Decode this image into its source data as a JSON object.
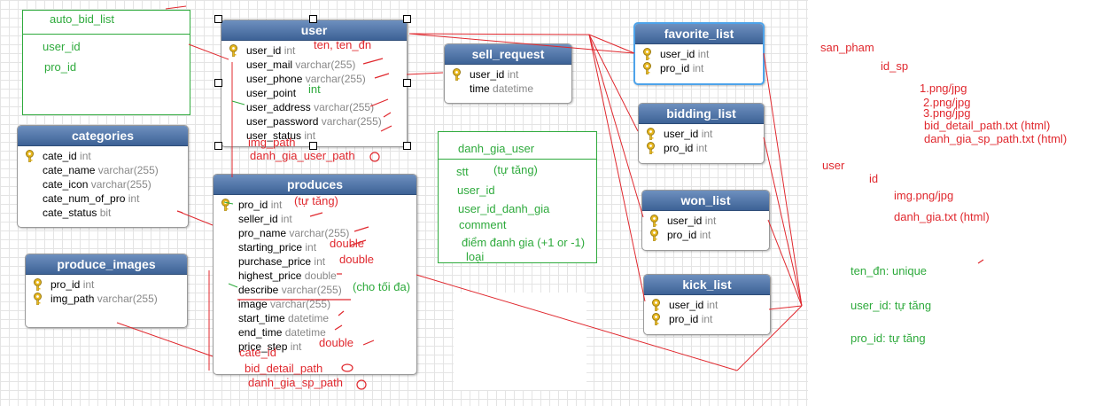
{
  "colors": {
    "annotation_red": "#e0282e",
    "annotation_green": "#2eaa3c",
    "table_header": "#4a6fa5",
    "selected_border": "#4da3ea"
  },
  "tables": {
    "user": {
      "title": "user",
      "rows": [
        {
          "name": "user_id",
          "type": "int",
          "key": true
        },
        {
          "name": "user_mail",
          "type": "varchar(255)",
          "key": false
        },
        {
          "name": "user_phone",
          "type": "varchar(255)",
          "key": false
        },
        {
          "name": "user_point",
          "type": "",
          "key": false
        },
        {
          "name": "user_address",
          "type": "varchar(255)",
          "key": false
        },
        {
          "name": "user_password",
          "type": "varchar(255)",
          "key": false
        },
        {
          "name": "user_status",
          "type": "int",
          "key": false
        }
      ]
    },
    "sell_request": {
      "title": "sell_request",
      "rows": [
        {
          "name": "user_id",
          "type": "int",
          "key": true
        },
        {
          "name": "time",
          "type": "datetime",
          "key": false
        }
      ]
    },
    "categories": {
      "title": "categories",
      "rows": [
        {
          "name": "cate_id",
          "type": "int",
          "key": true
        },
        {
          "name": "cate_name",
          "type": "varchar(255)",
          "key": false
        },
        {
          "name": "cate_icon",
          "type": "varchar(255)",
          "key": false
        },
        {
          "name": "cate_num_of_pro",
          "type": "int",
          "key": false
        },
        {
          "name": "cate_status",
          "type": "bit",
          "key": false
        }
      ]
    },
    "produce_images": {
      "title": "produce_images",
      "rows": [
        {
          "name": "pro_id",
          "type": "int",
          "key": true
        },
        {
          "name": "img_path",
          "type": "varchar(255)",
          "key": true
        }
      ]
    },
    "produces": {
      "title": "produces",
      "rows": [
        {
          "name": "pro_id",
          "type": "int",
          "key": true
        },
        {
          "name": "seller_id",
          "type": "int",
          "key": false
        },
        {
          "name": "pro_name",
          "type": "varchar(255)",
          "key": false
        },
        {
          "name": "starting_price",
          "type": "int",
          "key": false
        },
        {
          "name": "purchase_price",
          "type": "int",
          "key": false
        },
        {
          "name": "highest_price",
          "type": "double",
          "key": false
        },
        {
          "name": "describe",
          "type": "varchar(255)",
          "key": false
        },
        {
          "name": "image",
          "type": "varchar(255)",
          "key": false
        },
        {
          "name": "start_time",
          "type": "datetime",
          "key": false
        },
        {
          "name": "end_time",
          "type": "datetime",
          "key": false
        },
        {
          "name": "price_step",
          "type": "int",
          "key": false
        }
      ]
    },
    "favorite_list": {
      "title": "favorite_list",
      "rows": [
        {
          "name": "user_id",
          "type": "int",
          "key": true
        },
        {
          "name": "pro_id",
          "type": "int",
          "key": true
        }
      ]
    },
    "bidding_list": {
      "title": "bidding_list",
      "rows": [
        {
          "name": "user_id",
          "type": "int",
          "key": true
        },
        {
          "name": "pro_id",
          "type": "int",
          "key": true
        }
      ]
    },
    "won_list": {
      "title": "won_list",
      "rows": [
        {
          "name": "user_id",
          "type": "int",
          "key": true
        },
        {
          "name": "pro_id",
          "type": "int",
          "key": true
        }
      ]
    },
    "kick_list": {
      "title": "kick_list",
      "rows": [
        {
          "name": "user_id",
          "type": "int",
          "key": true
        },
        {
          "name": "pro_id",
          "type": "int",
          "key": true
        }
      ]
    }
  },
  "auto_bid_box": {
    "title": "auto_bid_list",
    "fields": [
      "user_id",
      "pro_id"
    ]
  },
  "danh_gia_box": {
    "title": "danh_gia_user",
    "stt": "stt",
    "stt_note": "(tự tăng)",
    "user_id": "user_id",
    "user_id_danh_gia": "user_id_danh_gia",
    "comment": "comment",
    "diem": "điểm đanh gia  (+1 or -1)",
    "loai": "loại"
  },
  "annotations": {
    "user_note_top": "ten, ten_đn",
    "user_point_type": "int",
    "img_path": "img_path",
    "danh_gia_user_path": "danh_gia_user_path",
    "pro_id_note": "(tự tăng)",
    "starting_note": "double",
    "purchase_note": "double",
    "price_step_note": "double",
    "describe_note": "(cho tối đa)",
    "cate_id": "cate_id",
    "bid_detail_path": "bid_detail_path",
    "danh_gia_sp_path": "danh_gia_sp_path"
  },
  "right_panel": {
    "san_pham": "san_pham",
    "id_sp": "id_sp",
    "files_sp": [
      "1.png/jpg",
      "2.png/jpg",
      "3.png/jpg",
      "bid_detail_path.txt (html)",
      "danh_gia_sp_path.txt (html)"
    ],
    "user": "user",
    "id": "id",
    "img": "img.png/jpg",
    "danh_gia": "danh_gia.txt (html)",
    "ten_dn": "ten_đn: unique",
    "user_id_tt": "user_id: tự tăng",
    "pro_id_tt": "pro_id: tự tăng"
  }
}
